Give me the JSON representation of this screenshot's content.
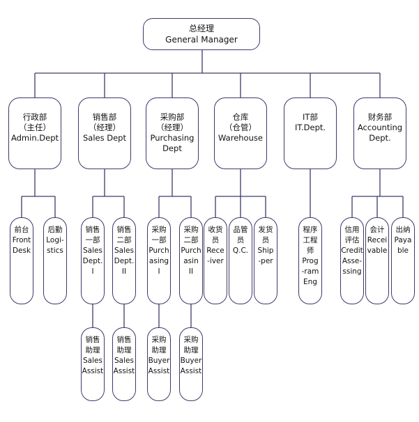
{
  "title": "Organization Chart",
  "root": {
    "lines": [
      "总经理",
      "General Manager"
    ]
  },
  "departments": [
    {
      "id": "admin",
      "lines": [
        "行政部",
        "（主任）",
        "Admin.Dept"
      ],
      "units": [
        {
          "lines": [
            "前台",
            "Front",
            "Desk"
          ]
        },
        {
          "lines": [
            "后勤",
            "Logi-",
            "stics"
          ]
        }
      ]
    },
    {
      "id": "sales",
      "lines": [
        "销售部",
        "（经理）",
        "Sales Dept"
      ],
      "units": [
        {
          "lines": [
            "销售",
            "一部",
            "Sales",
            "Dept.",
            "I"
          ],
          "sub": {
            "lines": [
              "销售",
              "助理",
              "Sales",
              "Assist"
            ]
          }
        },
        {
          "lines": [
            "销售",
            "二部",
            "Sales",
            "Dept.",
            "II"
          ],
          "sub": {
            "lines": [
              "销售",
              "助理",
              "Sales",
              "Assist"
            ]
          }
        }
      ]
    },
    {
      "id": "purchasing",
      "lines": [
        "采购部",
        "（经理）",
        "Purchasing",
        "Dept"
      ],
      "units": [
        {
          "lines": [
            "采购",
            "一部",
            "Purch",
            "asing",
            "I"
          ],
          "sub": {
            "lines": [
              "采购",
              "助理",
              "Buyer",
              "Assist"
            ]
          }
        },
        {
          "lines": [
            "采购",
            "二部",
            "Purch",
            "asin",
            "II"
          ],
          "sub": {
            "lines": [
              "采购",
              "助理",
              "Buyer",
              "Assist"
            ]
          }
        }
      ]
    },
    {
      "id": "warehouse",
      "lines": [
        "仓库",
        "（仓管）",
        "Warehouse"
      ],
      "units": [
        {
          "lines": [
            "收货",
            "员",
            "Rece",
            "-iver"
          ]
        },
        {
          "lines": [
            "品管",
            "员",
            "Q.C."
          ]
        },
        {
          "lines": [
            "发货",
            "员",
            "Ship",
            "-per"
          ]
        }
      ]
    },
    {
      "id": "it",
      "lines": [
        "IT部",
        "IT.Dept."
      ],
      "units": [
        {
          "lines": [
            "程序",
            "工程",
            "师",
            "Prog",
            "-ram",
            "Eng"
          ]
        }
      ]
    },
    {
      "id": "accounting",
      "lines": [
        "财务部",
        "Accounting",
        "Dept."
      ],
      "units": [
        {
          "lines": [
            "信用",
            "评估",
            "Credit",
            "Asse-",
            "ssing"
          ]
        },
        {
          "lines": [
            "会计",
            "Recei",
            "vable"
          ]
        },
        {
          "lines": [
            "出纳",
            "Paya",
            "ble"
          ]
        }
      ]
    }
  ],
  "colors": {
    "line": "#3a3a6a",
    "box_border": "#3a3a6a",
    "background": "#ffffff"
  }
}
